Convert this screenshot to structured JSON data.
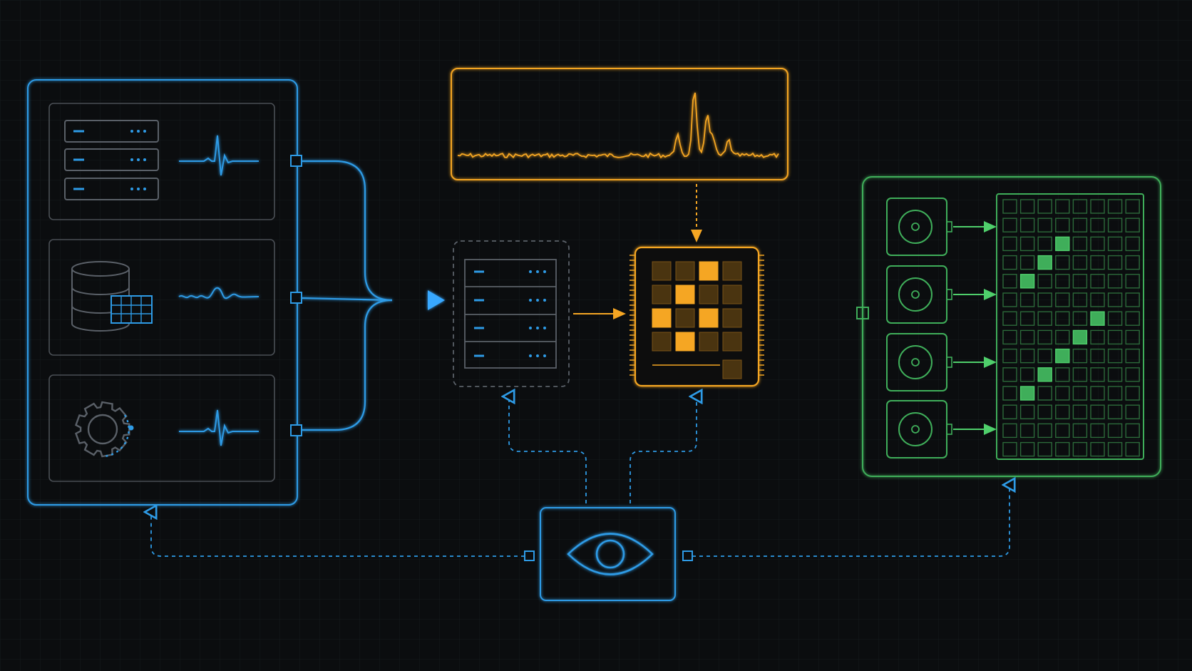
{
  "colors": {
    "background": "#0b0d0f",
    "grid": "#161a1e",
    "blue": "#2e9be6",
    "blue_bright": "#37a8ff",
    "gray": "#4a4f55",
    "gray_light": "#5a6068",
    "orange": "#f5a623",
    "orange_dim": "#4a3410",
    "green": "#3fae5a",
    "green_bright": "#4fcf6b",
    "green_dim": "#1c3b24"
  },
  "icons": {
    "sources": [
      "server-stack-icon",
      "database-table-icon",
      "gear-icon"
    ],
    "signals": [
      "heartbeat-spike-icon",
      "low-wave-icon",
      "heartbeat-spike-icon"
    ],
    "ingest": "server-rack-icon",
    "processor": "chip-matrix-icon",
    "spectrum": "frequency-spectrum-icon",
    "storage": "hard-drive-icon",
    "monitor": "eye-icon"
  },
  "processor_grid": {
    "rows": 5,
    "cols": 4,
    "active": [
      [
        0,
        2
      ],
      [
        1,
        1
      ],
      [
        2,
        0
      ],
      [
        2,
        2
      ],
      [
        3,
        1
      ]
    ],
    "bright": [
      [
        0,
        2
      ],
      [
        1,
        1
      ],
      [
        2,
        0
      ],
      [
        2,
        2
      ],
      [
        3,
        1
      ]
    ]
  },
  "storage_grid": {
    "rows": 14,
    "cols": 8,
    "active": [
      [
        2,
        3
      ],
      [
        3,
        2
      ],
      [
        4,
        1
      ],
      [
        6,
        5
      ],
      [
        7,
        4
      ],
      [
        8,
        3
      ],
      [
        9,
        2
      ],
      [
        10,
        1
      ]
    ]
  }
}
